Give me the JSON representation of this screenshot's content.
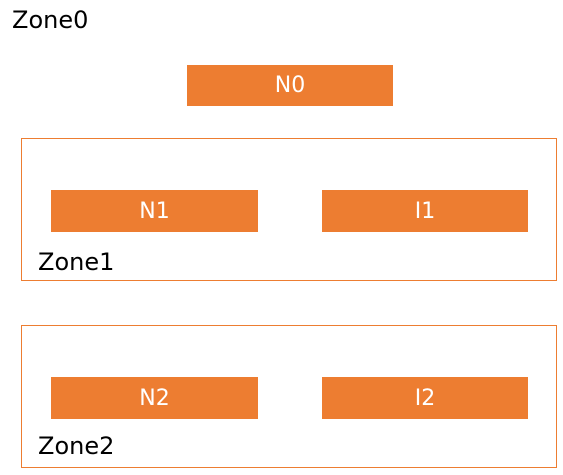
{
  "colors": {
    "node_fill": "#ED7D31",
    "zone_border": "#ED7D31",
    "node_text": "#FFFFFF",
    "label_text": "#000000"
  },
  "zone0": {
    "label": "Zone0",
    "nodes": [
      {
        "label": "N0"
      }
    ]
  },
  "zone1": {
    "label": "Zone1",
    "nodes": [
      {
        "label": "N1"
      },
      {
        "label": "I1"
      }
    ]
  },
  "zone2": {
    "label": "Zone2",
    "nodes": [
      {
        "label": "N2"
      },
      {
        "label": "I2"
      }
    ]
  }
}
